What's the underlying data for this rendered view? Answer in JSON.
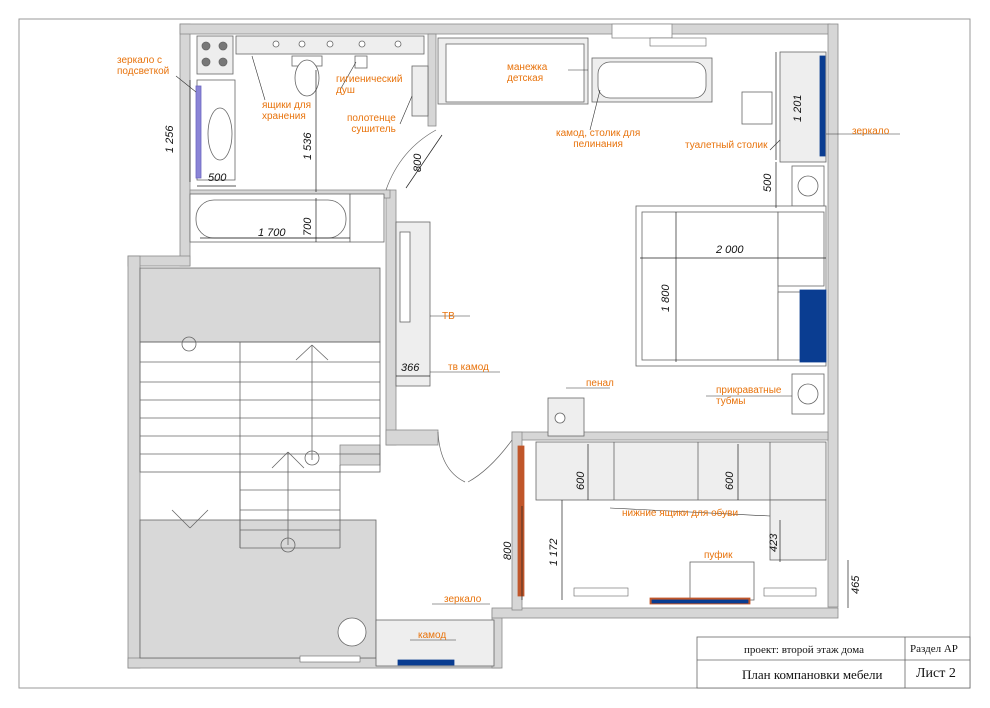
{
  "labels": {
    "mirror_backlit": "зеркало с\nподсветкой",
    "storage_boxes": "ящики для\nхранения",
    "hygienic_shower": "гигиенический\nдуш",
    "towel_dryer": "полотенце\nсушитель",
    "playpen": "манежка\nдетская",
    "changing_dresser": "камод, столик для\nпелинания",
    "vanity_table": "туалетный столик",
    "mirror_right": "зеркало",
    "tv": "ТВ",
    "tv_dresser": "тв камод",
    "pencil_case": "пенал",
    "bedside_tables": "прикраватные\nтубмы",
    "shoe_drawers": "нижние ящики для обуви",
    "pouf": "пуфик",
    "mirror_bottom": "зеркало",
    "dresser_bottom": "камод"
  },
  "dimensions": {
    "d1256": "1 256",
    "d500a": "500",
    "d1536": "1 536",
    "d700": "700",
    "d1700": "1 700",
    "d800a": "800",
    "d1201": "1 201",
    "d500b": "500",
    "d2000": "2 000",
    "d1800": "1 800",
    "d366": "366",
    "d600a": "600",
    "d600b": "600",
    "d800b": "800",
    "d1172": "1 172",
    "d423": "423",
    "d465": "465"
  },
  "title_block": {
    "project": "проект: второй этаж дома",
    "section": "Раздел АР",
    "drawing": "План компановки мебели",
    "sheet": "Лист 2"
  },
  "colors": {
    "wall": "#d6d6d6",
    "label": "#e8730c",
    "accent_blue": "#0a3d91",
    "brick": "#c0562a"
  }
}
